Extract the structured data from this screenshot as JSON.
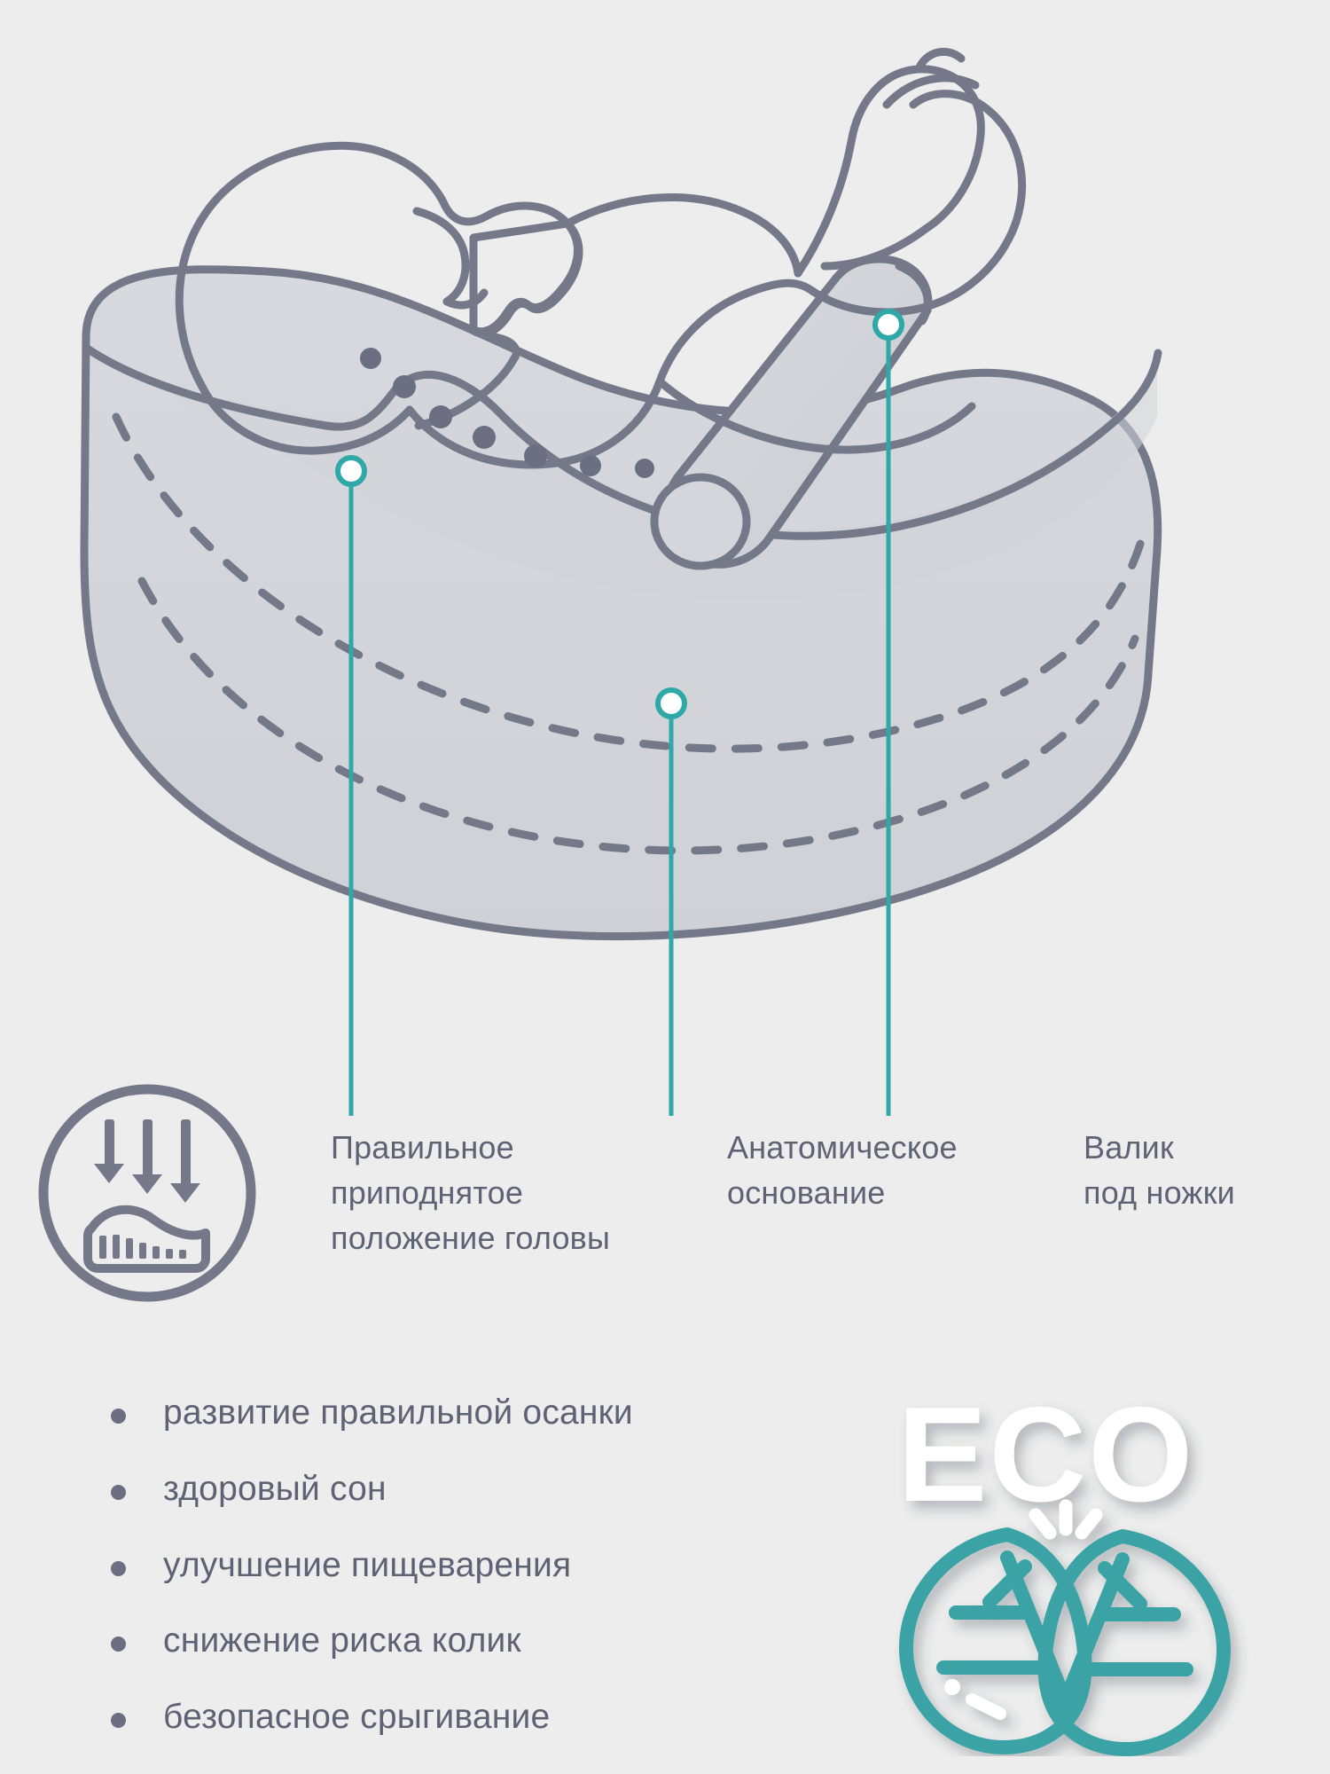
{
  "theme": {
    "background": "#ecedec",
    "outline": "#757889",
    "text": "#5f6275",
    "accent_teal": "#2fa8a8",
    "pillow_fill": "#d4d6db",
    "bullet": "#6c6f82"
  },
  "callouts": [
    {
      "id": "head",
      "marker_icon": "teal-pin-marker",
      "label": "Правильное\nприподнятое\nположение головы"
    },
    {
      "id": "base",
      "marker_icon": "teal-pin-marker",
      "label": "Анатомическое\nоснование"
    },
    {
      "id": "roll",
      "marker_icon": "teal-pin-marker",
      "label": "Валик\nпод ножки"
    }
  ],
  "feature_icon": {
    "name": "mattress-pressure-icon",
    "description": "three down arrows over layered mattress"
  },
  "benefits": [
    "развитие правильной осанки",
    "здоровый сон",
    "улучшение пищеварения",
    "снижение риска колик",
    "безопасное срыгивание"
  ],
  "eco_badge": {
    "text": "ECO",
    "leaf_count": 2,
    "leaf_color": "#3aa3a5",
    "text_color": "#ffffff"
  }
}
